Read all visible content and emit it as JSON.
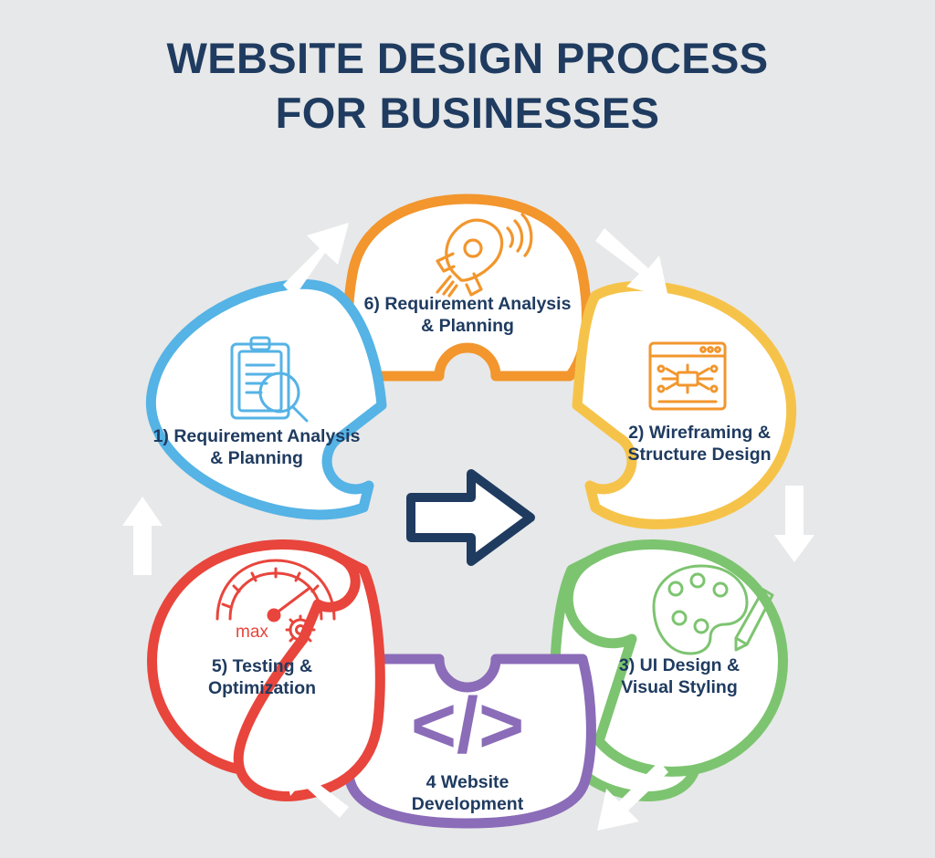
{
  "page": {
    "background_color": "#e7e8e9",
    "text_color": "#1f3b60"
  },
  "header": {
    "title_line_1": "WEBSITE DESIGN PROCESS",
    "title_line_2": "FOR BUSINESSES"
  },
  "center": {
    "icon": "right-arrow-icon",
    "stroke_color": "#1f3b60",
    "fill_color": "#ffffff"
  },
  "steps": [
    {
      "id": "step-1",
      "label_line_1": "1) Requirement Analysis",
      "label_line_2": "& Planning",
      "color": "#55b3e5",
      "icon": "clipboard-magnifier-icon",
      "position": "left"
    },
    {
      "id": "step-2",
      "label_line_1": "2) Wireframing &",
      "label_line_2": "Structure Design",
      "color": "#f6c councils",
      "icon": "browser-sitemap-icon",
      "position": "upper-right"
    },
    {
      "id": "step-3",
      "label_line_1": "3) UI Design &",
      "label_line_2": "Visual Styling",
      "color": "#7dc470",
      "icon": "palette-brush-icon",
      "position": "lower-right"
    },
    {
      "id": "step-4",
      "label_line_1": "4 Website",
      "label_line_2": "Development",
      "color": "#8b6cb8",
      "icon": "code-brackets-icon",
      "position": "bottom"
    },
    {
      "id": "step-5",
      "label_line_1": "5) Testing &",
      "label_line_2": "Optimization",
      "color": "#e8453c",
      "icon": "speedometer-gear-icon",
      "icon_text": "max",
      "position": "lower-left"
    },
    {
      "id": "step-6",
      "label_line_1": "6) Requirement Analysis",
      "label_line_2": "& Planning",
      "color": "#f2962d",
      "icon": "rocket-icon",
      "position": "top"
    }
  ],
  "flow_arrows": [
    {
      "id": "arrow-1-to-6",
      "direction": "up-right",
      "color": "#ffffff"
    },
    {
      "id": "arrow-6-to-2",
      "direction": "down-right",
      "color": "#ffffff"
    },
    {
      "id": "arrow-2-to-3",
      "direction": "down",
      "color": "#ffffff"
    },
    {
      "id": "arrow-3-to-4",
      "direction": "down-left",
      "color": "#ffffff"
    },
    {
      "id": "arrow-4-to-5",
      "direction": "up-left",
      "color": "#ffffff"
    },
    {
      "id": "arrow-5-to-1",
      "direction": "up",
      "color": "#ffffff"
    }
  ],
  "code_glyph": "</>"
}
